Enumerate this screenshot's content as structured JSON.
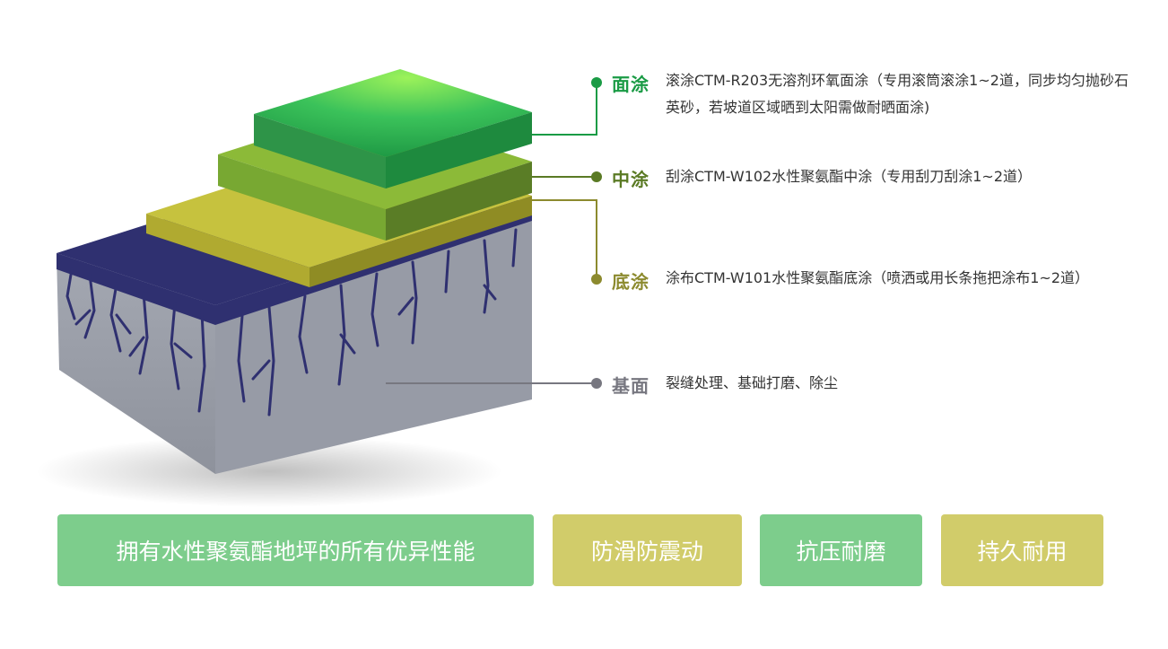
{
  "layers": [
    {
      "label": "面涂",
      "description": "滚涂CTM-R203无溶剂环氧面涂（专用滚筒滚涂1~2道，同步均匀抛砂石英砂，若坡道区域晒到太阳需做耐晒面涂)",
      "color": "#1a9b45"
    },
    {
      "label": "中涂",
      "description": "刮涂CTM-W102水性聚氨酯中涂（专用刮刀刮涂1~2道）",
      "color": "#5a7a24"
    },
    {
      "label": "底涂",
      "description": "涂布CTM-W101水性聚氨酯底涂（喷洒或用长条拖把涂布1~2道）",
      "color": "#8c8a2e"
    },
    {
      "label": "基面",
      "description": "裂缝处理、基础打磨、除尘",
      "color": "#777780"
    }
  ],
  "features": [
    {
      "label": "拥有水性聚氨酯地坪的所有优异性能",
      "color": "#7dcd8c"
    },
    {
      "label": "防滑防震动",
      "color": "#d1cc6a"
    },
    {
      "label": "抗压耐磨",
      "color": "#7dcd8c"
    },
    {
      "label": "持久耐用",
      "color": "#d1cc6a"
    }
  ]
}
